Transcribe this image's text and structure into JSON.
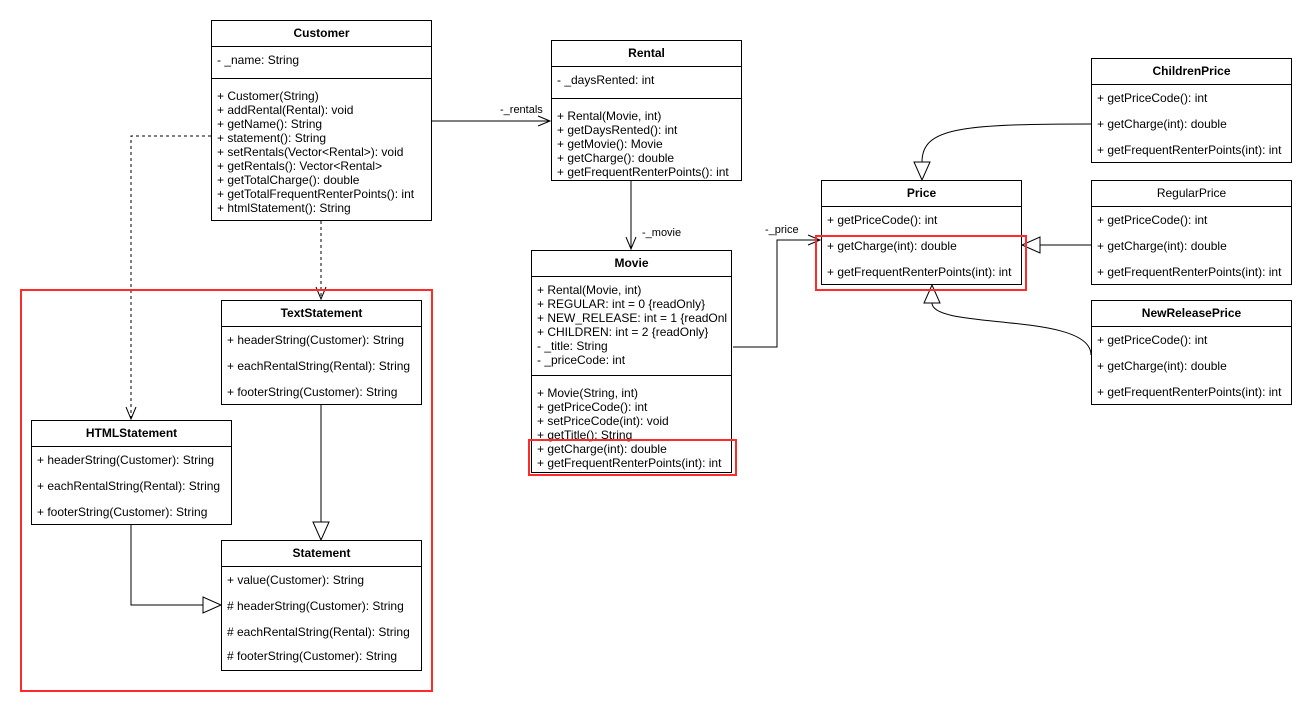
{
  "classes": {
    "customer": {
      "name": "Customer",
      "attributes": [
        "- _name: String"
      ],
      "operations": [
        "+ Customer(String)",
        "+ addRental(Rental): void",
        "+ getName(): String",
        "+ statement(): String",
        "+ setRentals(Vector<Rental>): void",
        "+ getRentals(): Vector<Rental>",
        "+ getTotalCharge(): double",
        "+ getTotalFrequentRenterPoints(): int",
        "+ htmlStatement(): String"
      ]
    },
    "rental": {
      "name": "Rental",
      "attributes": [
        "- _daysRented: int"
      ],
      "operations": [
        "+ Rental(Movie, int)",
        "+ getDaysRented(): int",
        "+ getMovie(): Movie",
        "+ getCharge(): double",
        "+ getFrequentRenterPoints(): int"
      ]
    },
    "movie": {
      "name": "Movie",
      "attributes": [
        "+ Rental(Movie, int)",
        "+ REGULAR: int = 0 {readOnly}",
        "+ NEW_RELEASE: int = 1 {readOnl",
        "+ CHILDREN: int = 2 {readOnly}",
        "- _title: String",
        "- _priceCode: int"
      ],
      "operations": [
        "+ Movie(String, int)",
        "+ getPriceCode(): int",
        "+ setPriceCode(int): void",
        "+ getTitle(): String",
        "+ getCharge(int): double",
        "+ getFrequentRenterPoints(int): int"
      ]
    },
    "price": {
      "name": "Price",
      "members": [
        "+ getPriceCode(): int",
        "+ getCharge(int): double",
        "+ getFrequentRenterPoints(int): int"
      ]
    },
    "children_price": {
      "name": "ChildrenPrice",
      "members": [
        "+ getPriceCode(): int",
        "+ getCharge(int): double",
        "+ getFrequentRenterPoints(int): int"
      ]
    },
    "regular_price": {
      "name": "RegularPrice",
      "members": [
        "+ getPriceCode(): int",
        "+ getCharge(int): double",
        "+ getFrequentRenterPoints(int): int"
      ]
    },
    "new_release_price": {
      "name": "NewReleasePrice",
      "members": [
        "+ getPriceCode(): int",
        "+ getCharge(int): double",
        "+ getFrequentRenterPoints(int): int"
      ]
    },
    "text_statement": {
      "name": "TextStatement",
      "members": [
        "+ headerString(Customer): String",
        "+ eachRentalString(Rental): String",
        "+ footerString(Customer): String"
      ]
    },
    "html_statement": {
      "name": "HTMLStatement",
      "members": [
        "+ headerString(Customer): String",
        "+ eachRentalString(Rental): String",
        "+ footerString(Customer): String"
      ]
    },
    "statement": {
      "name": "Statement",
      "members": [
        "+ value(Customer): String",
        "# headerString(Customer): String",
        "# eachRentalString(Rental): String",
        "# footerString(Customer): String"
      ]
    }
  },
  "edge_labels": {
    "rentals": "-_rentals",
    "movie": "-_movie",
    "price": "-_price"
  },
  "colors": {
    "line": "#000000",
    "highlight": "#ff2a2a"
  }
}
